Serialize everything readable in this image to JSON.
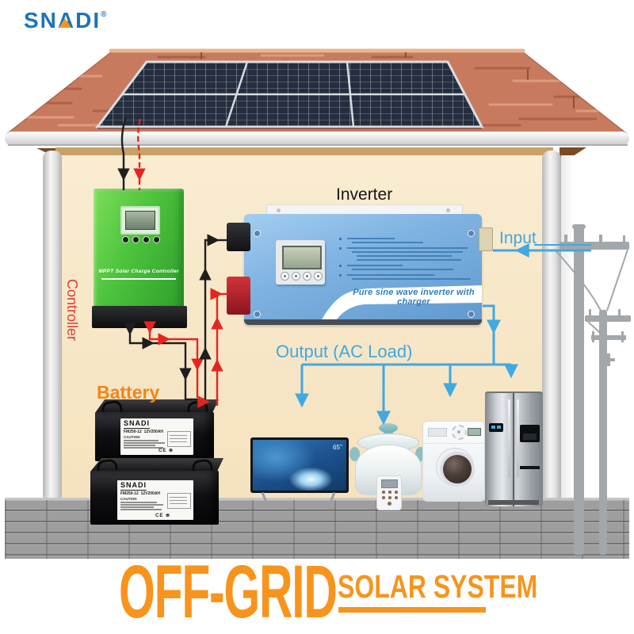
{
  "brand": {
    "name": "SNADI",
    "registered_mark": "®"
  },
  "section_labels": {
    "inverter": "Inverter",
    "input": "Input",
    "output": "Output (AC Load)",
    "battery": "Battery",
    "controller": "Controller"
  },
  "devices": {
    "charge_controller": {
      "face_label": "MPPT  Solar Charge Controller"
    },
    "inverter": {
      "tagline": "Pure sine wave inverter with charger"
    },
    "battery": {
      "brand": "SNADI",
      "model": "FM250-12",
      "capacity": "12V200AH",
      "caution": "CAUTION",
      "cert": "CE  ⊗"
    },
    "tv": {
      "size_badge": "65''"
    }
  },
  "title": {
    "main": "OFF-GRID",
    "sub": "SOLAR SYSTEM"
  },
  "colors": {
    "accent_orange": "#F7941D",
    "logo_blue": "#1A74BC",
    "wire_blue": "#41A8E1",
    "label_red": "#E63C32",
    "controller_green": "#4CC23C",
    "inverter_blue": "#7FB3E2",
    "roof_terracotta": "#C87A5E",
    "wall_cream": "#F7E7C6"
  }
}
